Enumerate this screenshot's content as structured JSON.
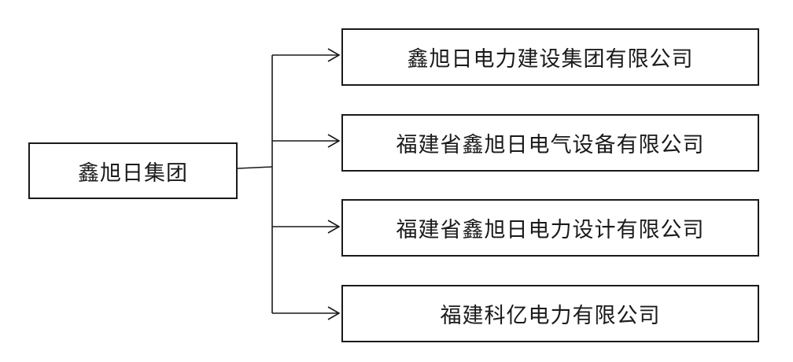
{
  "diagram": {
    "root": {
      "label": "鑫旭日集团"
    },
    "children": [
      {
        "label": "鑫旭日电力建设集团有限公司"
      },
      {
        "label": "福建省鑫旭日电气设备有限公司"
      },
      {
        "label": "福建省鑫旭日电力设计有限公司"
      },
      {
        "label": "福建科亿电力有限公司"
      }
    ]
  }
}
